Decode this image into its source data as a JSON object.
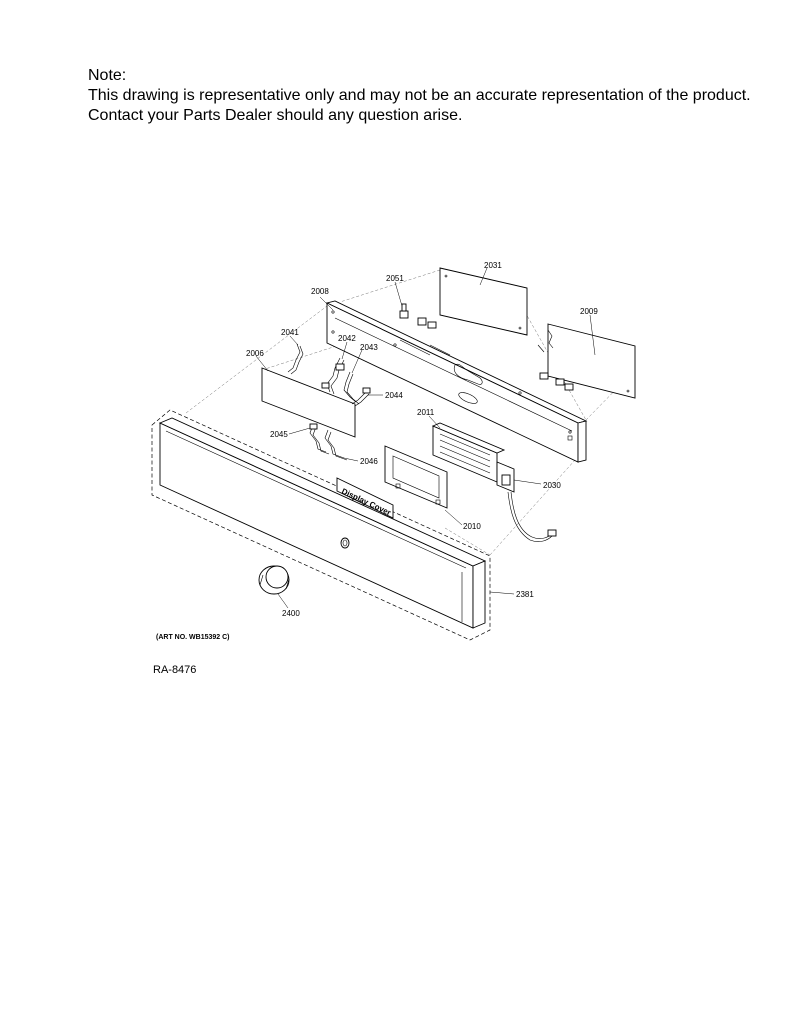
{
  "note": {
    "line1": "Note:",
    "line2": "This drawing is representative only and may not be an accurate representation of the product.",
    "line3": "Contact your Parts Dealer should any question arise."
  },
  "diagram": {
    "display_cover_text": "Display Cover",
    "art_no": "(ART NO. WB15392 C)",
    "ra_number": "RA-8476",
    "part_labels": [
      {
        "id": "2031",
        "text": "2031"
      },
      {
        "id": "2051",
        "text": "2051"
      },
      {
        "id": "2008",
        "text": "2008"
      },
      {
        "id": "2009",
        "text": "2009"
      },
      {
        "id": "2041",
        "text": "2041"
      },
      {
        "id": "2042",
        "text": "2042"
      },
      {
        "id": "2043",
        "text": "2043"
      },
      {
        "id": "2006",
        "text": "2006"
      },
      {
        "id": "2044",
        "text": "2044"
      },
      {
        "id": "2011",
        "text": "2011"
      },
      {
        "id": "2045",
        "text": "2045"
      },
      {
        "id": "2046",
        "text": "2046"
      },
      {
        "id": "2030",
        "text": "2030"
      },
      {
        "id": "2010",
        "text": "2010"
      },
      {
        "id": "2381",
        "text": "2381"
      },
      {
        "id": "2400",
        "text": "2400"
      }
    ]
  }
}
